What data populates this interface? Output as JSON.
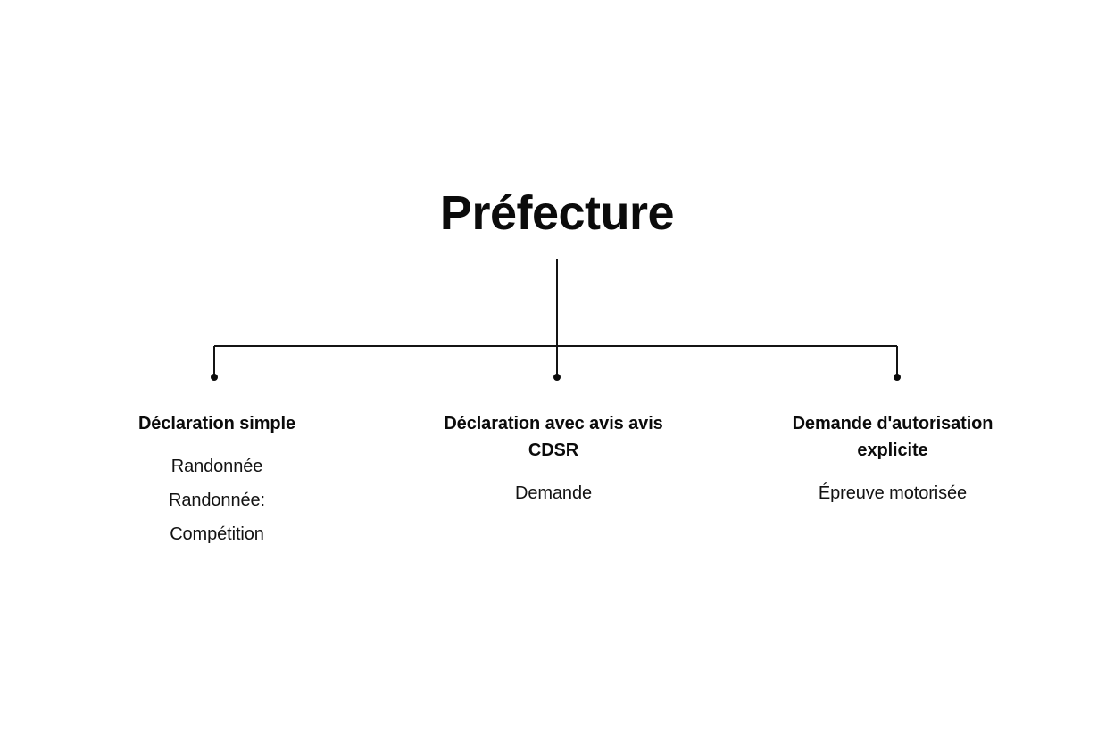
{
  "diagram": {
    "root": {
      "label": "Préfecture"
    },
    "branches": [
      {
        "title": "Déclaration simple",
        "items": [
          "Randonnée",
          "Randonnée:",
          "Compétition"
        ]
      },
      {
        "title": "Déclaration avec avis avis CDSR",
        "items": [
          "Demande"
        ]
      },
      {
        "title": "Demande d'autorisation explicite",
        "items": [
          "Épreuve motorisée"
        ]
      }
    ],
    "style": {
      "background_color": "#ffffff",
      "line_color": "#141414",
      "node_dot_color": "#0b0b0b",
      "text_color": "#0b0b0b"
    }
  }
}
